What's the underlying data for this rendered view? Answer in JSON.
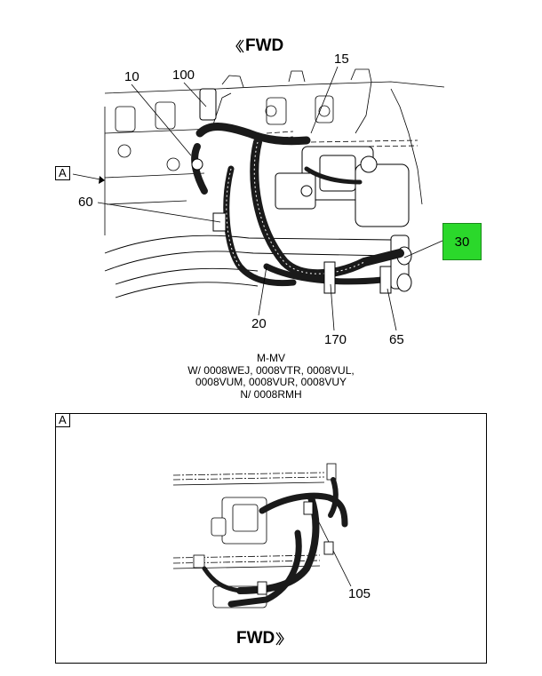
{
  "main_view": {
    "fwd_label": "FWD",
    "view_marker": "A",
    "callouts": {
      "c10": "10",
      "c100": "100",
      "c15": "15",
      "c60": "60",
      "c30": "30",
      "c20": "20",
      "c170": "170",
      "c65": "65"
    }
  },
  "note": {
    "line1": "M-MV",
    "line2": "W/ 0008WEJ, 0008VTR, 0008VUL,",
    "line3": "0008VUM, 0008VUR, 0008VUY",
    "line4": "N/ 0008RMH"
  },
  "detail_view": {
    "marker": "A",
    "callout": "105",
    "fwd_label": "FWD"
  },
  "colors": {
    "highlight": "#2bd82b"
  }
}
